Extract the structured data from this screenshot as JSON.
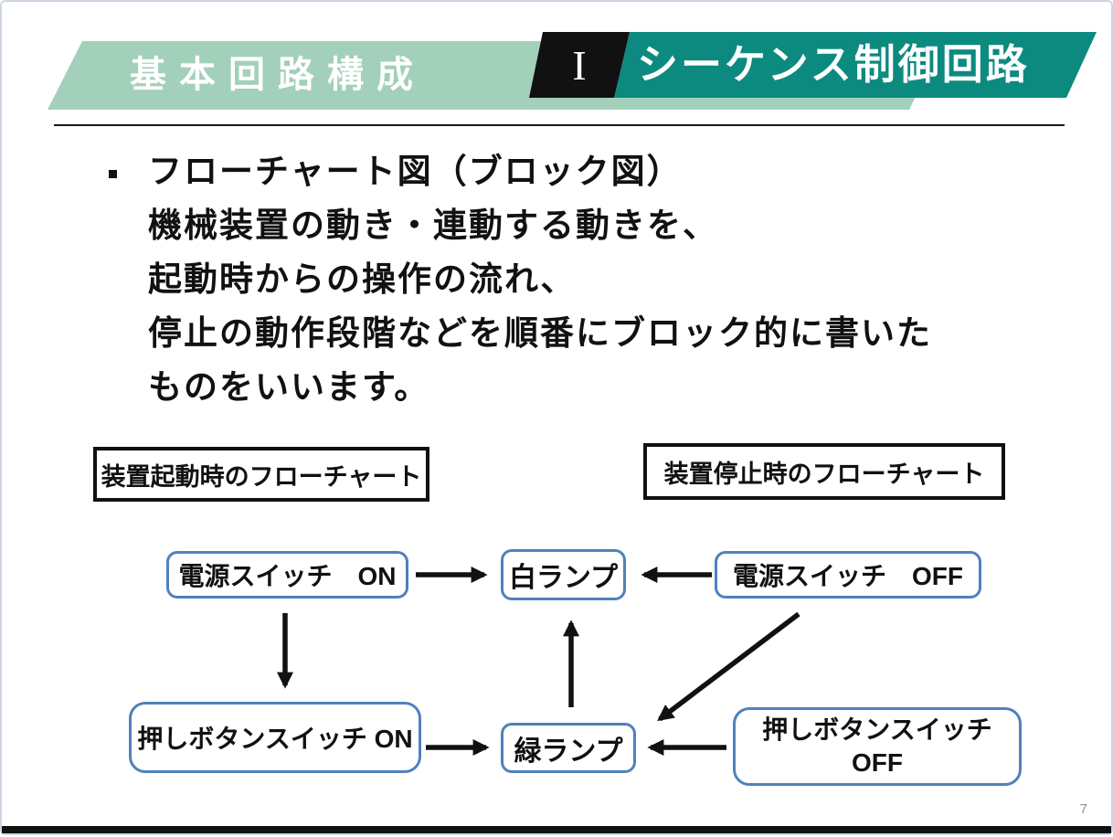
{
  "header": {
    "section_label": "基本回路構成",
    "chapter_numeral": "I",
    "chapter_title": "シーケンス制御回路",
    "colors": {
      "light_green": "#a2d0ba",
      "teal": "#0d8a80",
      "numeral_bg": "#111111"
    }
  },
  "body": {
    "lines": [
      "フローチャート図（ブロック図）",
      "機械装置の動き・連動する動きを、",
      "起動時からの操作の流れ、",
      "停止の動作段階などを順番にブロック的に書いた",
      "ものをいいます。"
    ]
  },
  "diagram": {
    "start_label": "装置起動時のフローチャート",
    "stop_label": "装置停止時のフローチャート",
    "node_border_color": "#4f81bd",
    "arrow_color": "#111111",
    "nodes": {
      "power_on": "電源スイッチ　ON",
      "white_lamp": "白ランプ",
      "power_off": "電源スイッチ　OFF",
      "push_on": "押しボタンスイッチ ON",
      "green_lamp": "緑ランプ",
      "push_off_line1": "押しボタンスイッチ",
      "push_off_line2": "OFF"
    }
  },
  "footer": {
    "page_number": "7"
  }
}
